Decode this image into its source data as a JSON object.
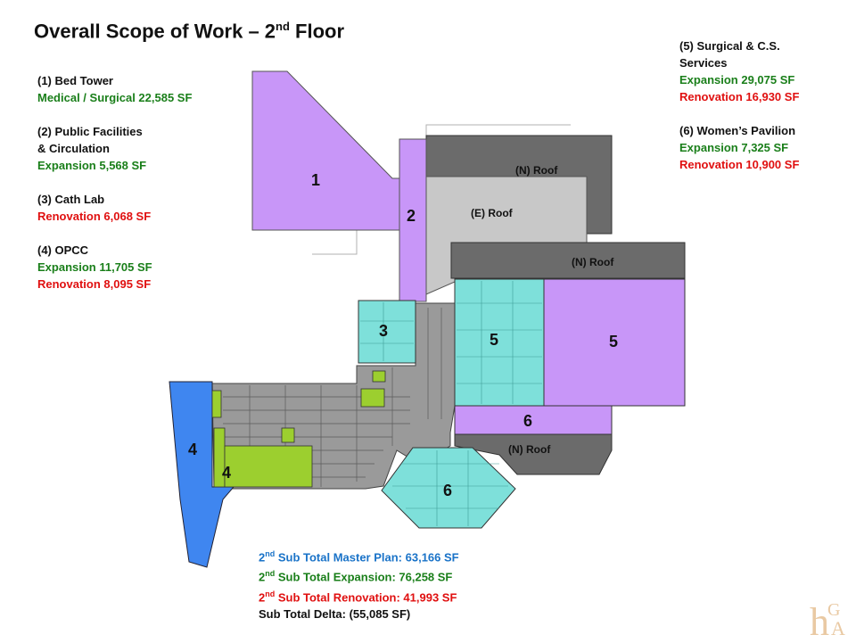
{
  "title": {
    "main": "Overall Scope of  Work – 2",
    "sup": "nd",
    "tail": " Floor"
  },
  "legend_left": [
    {
      "lines": [
        {
          "text": "(1) Bed Tower",
          "color": "black"
        },
        {
          "text": "Medical / Surgical 22,585 SF",
          "color": "green"
        }
      ]
    },
    {
      "lines": [
        {
          "text": "(2) Public Facilities",
          "color": "black"
        },
        {
          "text": "& Circulation",
          "color": "black"
        },
        {
          "text": "Expansion 5,568  SF",
          "color": "green"
        }
      ]
    },
    {
      "lines": [
        {
          "text": "(3) Cath Lab",
          "color": "black"
        },
        {
          "text": "Renovation 6,068 SF",
          "color": "red"
        }
      ]
    },
    {
      "lines": [
        {
          "text": "(4) OPCC",
          "color": "black"
        },
        {
          "text": "Expansion 11,705  SF",
          "color": "green"
        },
        {
          "text": "Renovation 8,095  SF",
          "color": "red"
        }
      ]
    }
  ],
  "legend_right": [
    {
      "lines": [
        {
          "text": "(5) Surgical & C.S.",
          "color": "black"
        },
        {
          "text": "Services",
          "color": "black"
        },
        {
          "text": "Expansion 29,075  SF",
          "color": "green"
        },
        {
          "text": "Renovation 16,930 SF",
          "color": "red"
        }
      ]
    },
    {
      "lines": [
        {
          "text": "(6) Women’s Pavilion",
          "color": "black"
        },
        {
          "text": "Expansion 7,325  SF",
          "color": "green"
        },
        {
          "text": "Renovation 10,900 SF",
          "color": "red"
        }
      ]
    }
  ],
  "totals": [
    {
      "sup": "nd",
      "prefix": "2",
      "text": " Sub Total Master Plan: 63,166 SF",
      "color": "blue"
    },
    {
      "sup": "nd",
      "prefix": "2",
      "text": " Sub Total Expansion: 76,258 SF",
      "color": "green"
    },
    {
      "sup": "nd",
      "prefix": "2",
      "text": " Sub Total Renovation: 41,993 SF",
      "color": "red"
    },
    {
      "sup": "",
      "prefix": "",
      "text": "Sub Total Delta: (55,085 SF)",
      "color": "black"
    }
  ],
  "zones": {
    "z1": "1",
    "z2": "2",
    "z3": "3",
    "z4a": "4",
    "z4b": "4",
    "z5a": "5",
    "z5b": "5",
    "z6a": "6",
    "z6b": "6"
  },
  "roofs": {
    "r1": "(N) Roof",
    "r2": "(E) Roof",
    "r3": "(N) Roof",
    "r4": "(N) Roof"
  },
  "colors": {
    "expansion_purple": "#c896f8",
    "renovation_teal": "#7ee0da",
    "opcc_blue": "#3f86f0",
    "opcc_green": "#9ccf2f",
    "roof_dark": "#6b6b6b",
    "roof_light": "#c8c8c8",
    "existing_gray": "#9a9a9a"
  },
  "logo": {
    "letters": "HGA"
  }
}
